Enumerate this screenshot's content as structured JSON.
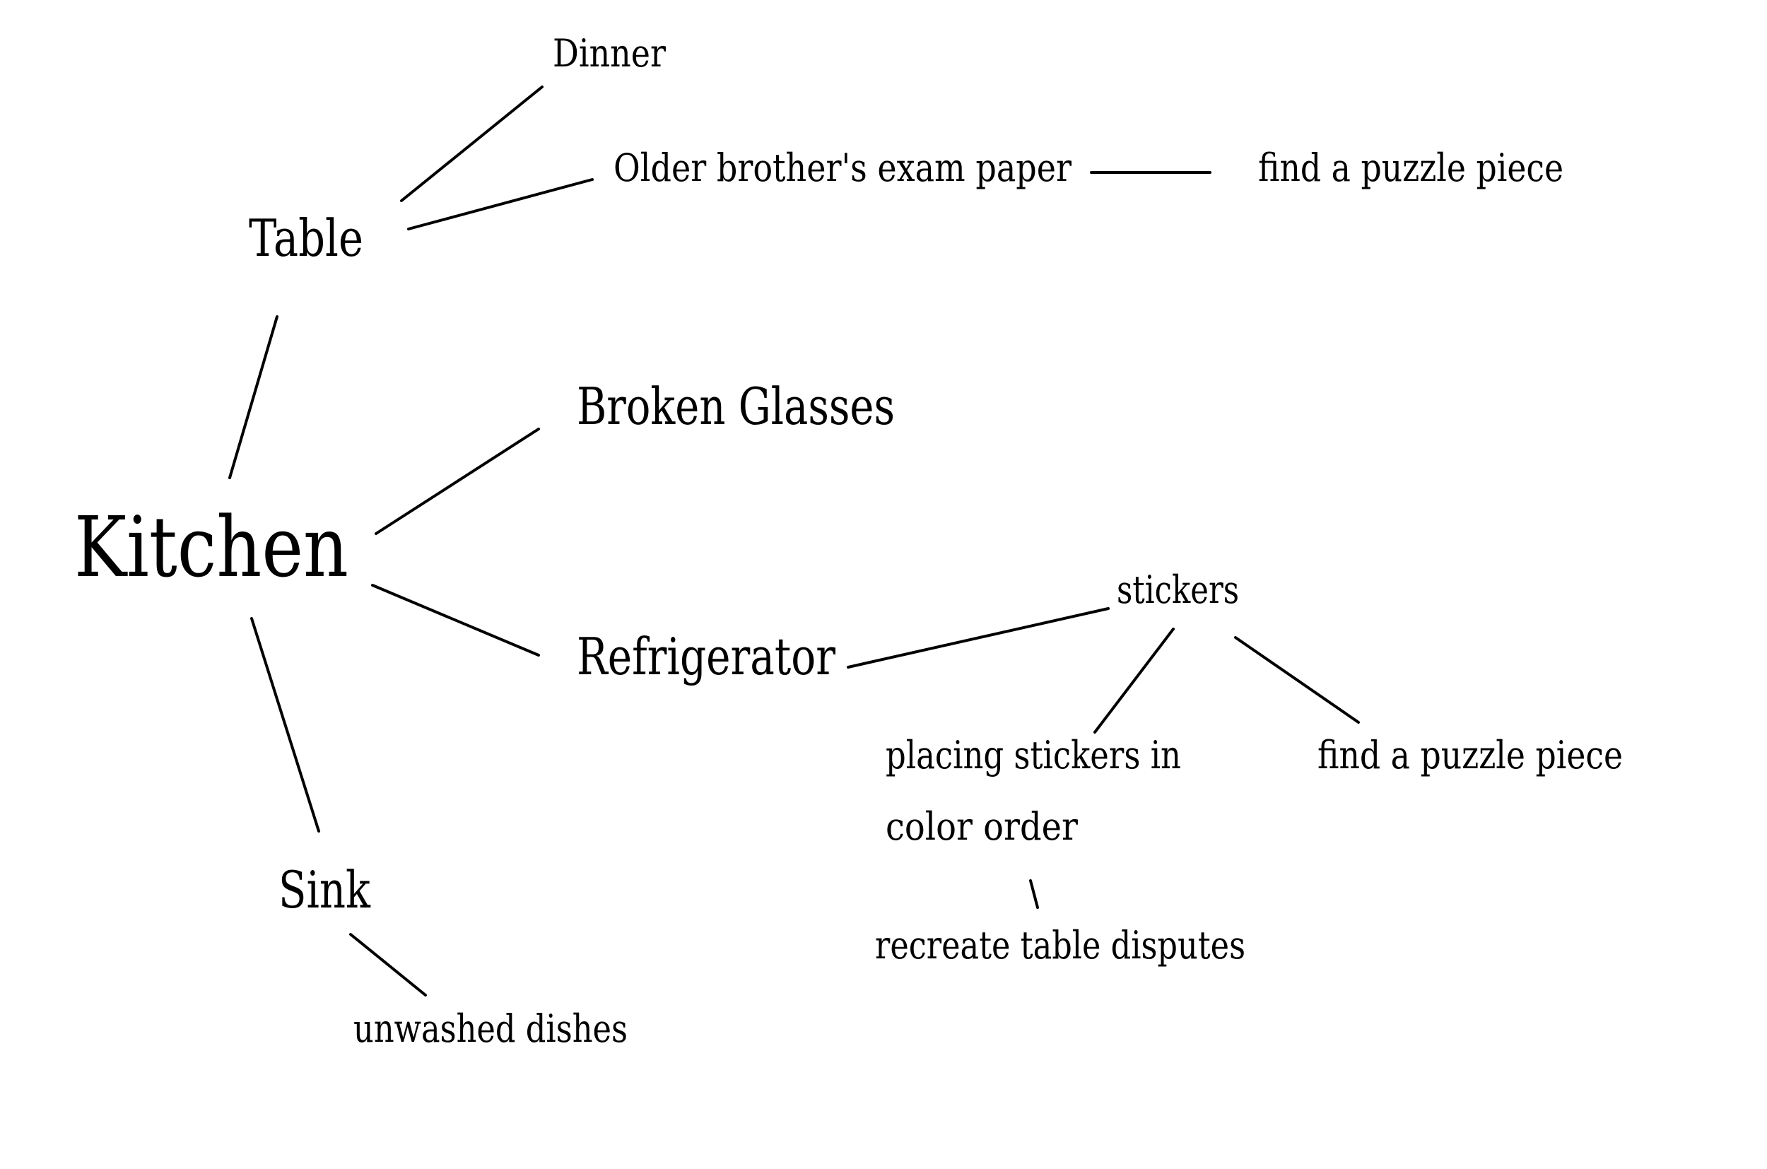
{
  "root": {
    "label": "Kitchen"
  },
  "branches": {
    "table": {
      "label": "Table",
      "children": {
        "dinner": {
          "label": "Dinner"
        },
        "exam_paper": {
          "label": "Older brother's exam paper",
          "children": {
            "puzzle": {
              "label": "find a puzzle piece"
            }
          }
        }
      }
    },
    "broken_glasses": {
      "label": "Broken Glasses"
    },
    "refrigerator": {
      "label": "Refrigerator",
      "children": {
        "stickers": {
          "label": "stickers",
          "children": {
            "placing": {
              "label_line1": "placing stickers in",
              "label_line2": "color order",
              "children": {
                "recreate": {
                  "label": "recreate table disputes"
                }
              }
            },
            "puzzle": {
              "label": "find a puzzle piece"
            }
          }
        }
      }
    },
    "sink": {
      "label": "Sink",
      "children": {
        "dishes": {
          "label": "unwashed dishes"
        }
      }
    }
  }
}
